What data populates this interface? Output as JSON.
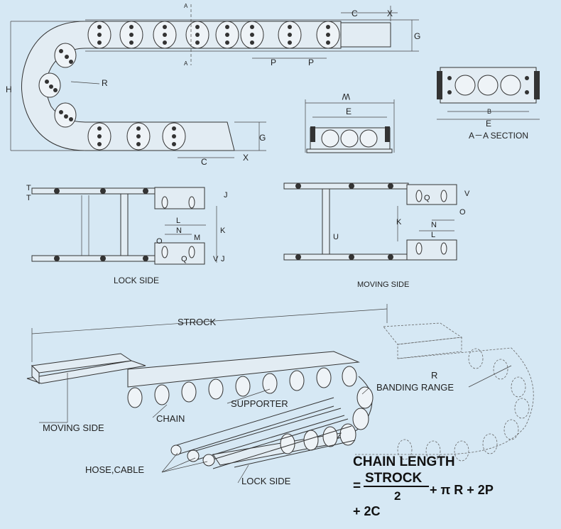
{
  "diagram": {
    "top_labels": {
      "c_top": "C",
      "x_top": "X",
      "g_top": "G",
      "a_top": "A",
      "a_bot": "A",
      "r": "R",
      "h": "H",
      "p1": "P",
      "p2": "P",
      "g_bottom": "G",
      "c_bottom": "C",
      "x_bottom": "X"
    },
    "section": {
      "e_width": "E",
      "w_width": "W",
      "b": "B",
      "e": "E",
      "title": "A－A SECTION"
    },
    "lock_side": {
      "title": "LOCK SIDE",
      "t1": "T",
      "t2": "T",
      "j1": "J",
      "l": "L",
      "n": "N",
      "o": "O",
      "m": "M",
      "k": "K",
      "q": "Q",
      "v": "V",
      "j2": "J"
    },
    "moving_side": {
      "title": "MOVING SIDE",
      "v": "V",
      "q": "Q",
      "o": "O",
      "k": "K",
      "n": "N",
      "u": "U",
      "l": "L"
    },
    "assembly": {
      "strock": "STROCK",
      "r": "R",
      "banding_range": "BANDING RANGE",
      "supporter": "SUPPORTER",
      "chain": "CHAIN",
      "moving_side": "MOVING SIDE",
      "hose_cable": "HOSE,CABLE",
      "lock_side": "LOCK SIDE"
    },
    "formula": {
      "title": "CHAIN LENGTH",
      "equals": "=",
      "numerator": "STROCK",
      "denominator": "2",
      "terms": "+  π R  +  2P",
      "last": "+  2C"
    }
  }
}
